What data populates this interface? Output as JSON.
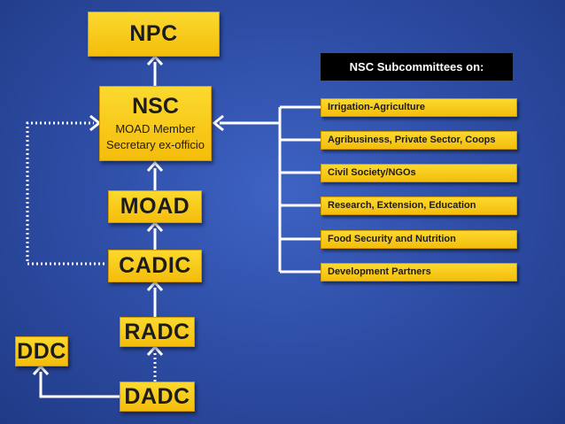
{
  "nodes": {
    "npc": "NPC",
    "nsc": "NSC",
    "nsc_line1": "MOAD  Member",
    "nsc_line2": "Secretary ex-officio",
    "moad": "MOAD",
    "cadic": "CADIC",
    "radc": "RADC",
    "ddc": "DDC",
    "dadc": "DADC"
  },
  "subcommittees": {
    "heading": "NSC Subcommittees on:",
    "items": [
      "Irrigation-Agriculture",
      "Agribusiness, Private Sector, Coops",
      "Civil Society/NGOs",
      "Research, Extension, Education",
      "Food Security and Nutrition",
      "Development Partners"
    ]
  },
  "colors": {
    "box_fill": "#f6c61a",
    "background": "#2f4fa8",
    "connector": "#ffffff",
    "heading_bg": "#000000"
  }
}
